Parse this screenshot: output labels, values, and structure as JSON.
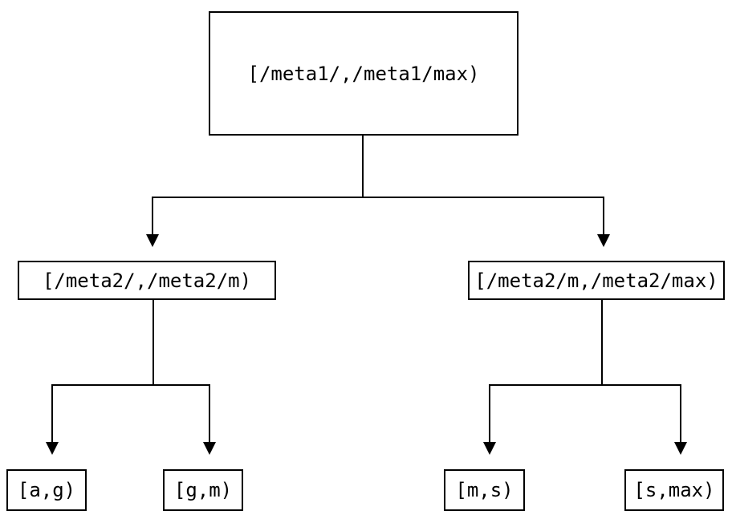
{
  "diagram": {
    "type": "binary-tree",
    "colors": {
      "line": "#000000",
      "text": "#000000",
      "background": "#ffffff"
    },
    "nodes": {
      "root": {
        "label": "[/meta1/,/meta1/max)"
      },
      "left": {
        "label": "[/meta2/,/meta2/m)"
      },
      "right": {
        "label": "[/meta2/m,/meta2/max)"
      },
      "leaf_ag": {
        "label": "[a,g)"
      },
      "leaf_gm": {
        "label": "[g,m)"
      },
      "leaf_ms": {
        "label": "[m,s)"
      },
      "leaf_smax": {
        "label": "[s,max)"
      }
    },
    "edges": [
      [
        "root",
        "left"
      ],
      [
        "root",
        "right"
      ],
      [
        "left",
        "leaf_ag"
      ],
      [
        "left",
        "leaf_gm"
      ],
      [
        "right",
        "leaf_ms"
      ],
      [
        "right",
        "leaf_smax"
      ]
    ]
  }
}
